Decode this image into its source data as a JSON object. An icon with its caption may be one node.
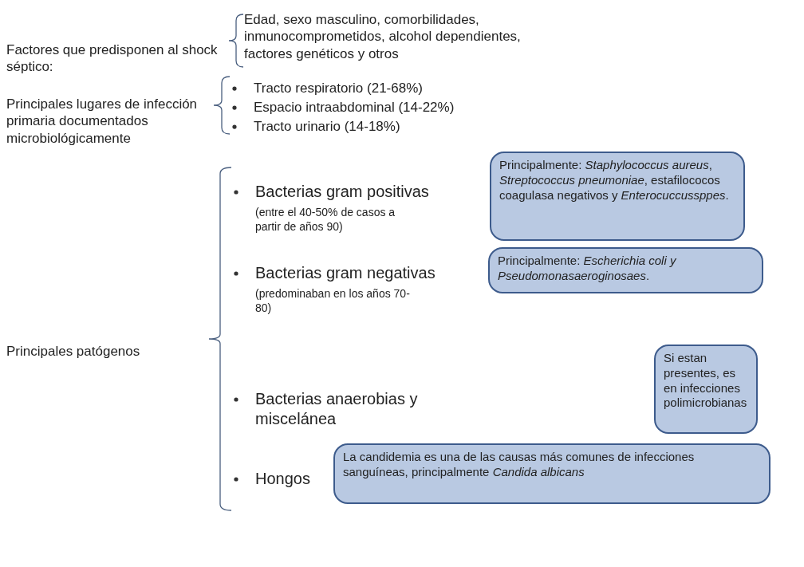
{
  "diagram": {
    "nodes": [
      {
        "text": [
          "Principalmente: *Staphylococcus aureus*, *Streptococcus pneumoniae*, estafilococos coagulasa negativos y *Enterocuccussppes*."
        ]
      },
      {
        "text": [
          "Principalmente: *Escherichia coli y Pseudomonasaeroginosaes*."
        ]
      },
      {
        "text": [
          "Si estan presentes, es en infecciones polimicrobianas"
        ]
      },
      {
        "text": [
          "La candidemia es una de las causas más comunes de infecciones sanguíneas, principalmente *Candida albicans*"
        ]
      }
    ],
    "edges": [],
    "labels": [
      "Factores que predisponen al shock séptico:",
      "Edad, sexo masculino, comorbilidades, inmunocomprometidos, alcohol dependientes, factores genéticos y otros",
      "Principales lugares de infección primaria documentados microbiológicamente",
      "Tracto respiratorio (21-68%)",
      "Espacio intraabdominal (14-22%)",
      "Tracto urinario (14-18%)",
      "Bacterias gram positivas",
      "(entre el 40-50% de casos a partir de años 90)",
      "Bacterias gram negativas",
      "(predominaban en los años 70-80)",
      "Principales patógenos",
      "Bacterias anaerobias y miscelánea",
      "Hongos"
    ]
  }
}
